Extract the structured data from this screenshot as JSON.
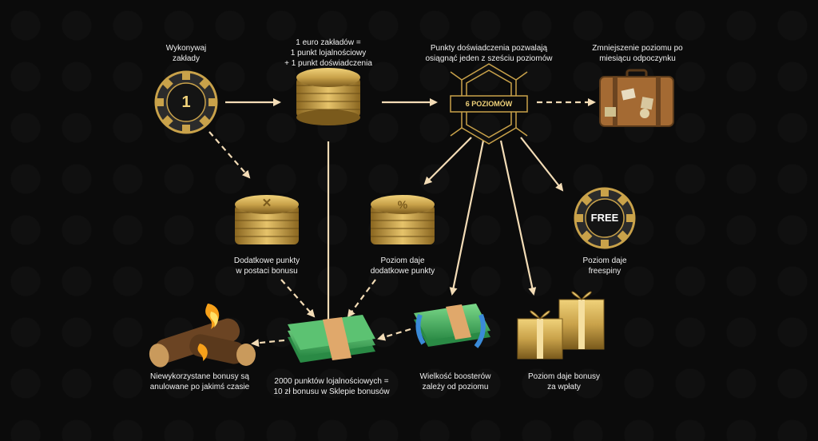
{
  "labels": {
    "bets": "Wykonywaj\nzakłady",
    "euro": "1 euro zakładów =\n1 punkt lojalnościowy\n+ 1 punkt doświadczenia",
    "levels_info": "Punkty doświadczenia pozwalają\nosiągnąć jeden z sześciu poziomów",
    "decrease": "Zmniejszenie poziomu po\nmiesiącu odpoczynku",
    "extra_points": "Dodatkowe punkty\nw postaci bonusu",
    "level_extra": "Poziom daje\ndodatkowe punkty",
    "freespins": "Poziom daje\nfreespiny",
    "unused": "Niewykorzystane bonusy są\nanulowane po jakimś czasie",
    "shop": "2000 punktów lojalnościowych =\n10 zł bonusu w Sklepie bonusów",
    "boosters": "Wielkość boosterów\nzależy od poziomu",
    "deposit": "Poziom daje bonusy\nza wpłaty"
  },
  "badges": {
    "chip_number": "1",
    "levels_badge": "6 POZIOMÓW",
    "free_chip": "FREE",
    "percent_sign": "%",
    "cross_sign": "✕"
  },
  "colors": {
    "background": "#0b0b0b",
    "arrow": "#f3dcb6",
    "gold": "#c9a24a",
    "gold_dark": "#7a5a1c",
    "money_green": "#3ca75a",
    "chip_black": "#1a1a1a"
  },
  "icons": [
    "poker-chip-icon",
    "coin-stack-icon",
    "levels-badge-icon",
    "suitcase-icon",
    "coin-stack-cross-icon",
    "coin-stack-percent-icon",
    "free-chip-icon",
    "burning-logs-icon",
    "money-stack-icon",
    "money-refresh-icon",
    "gift-boxes-icon"
  ]
}
